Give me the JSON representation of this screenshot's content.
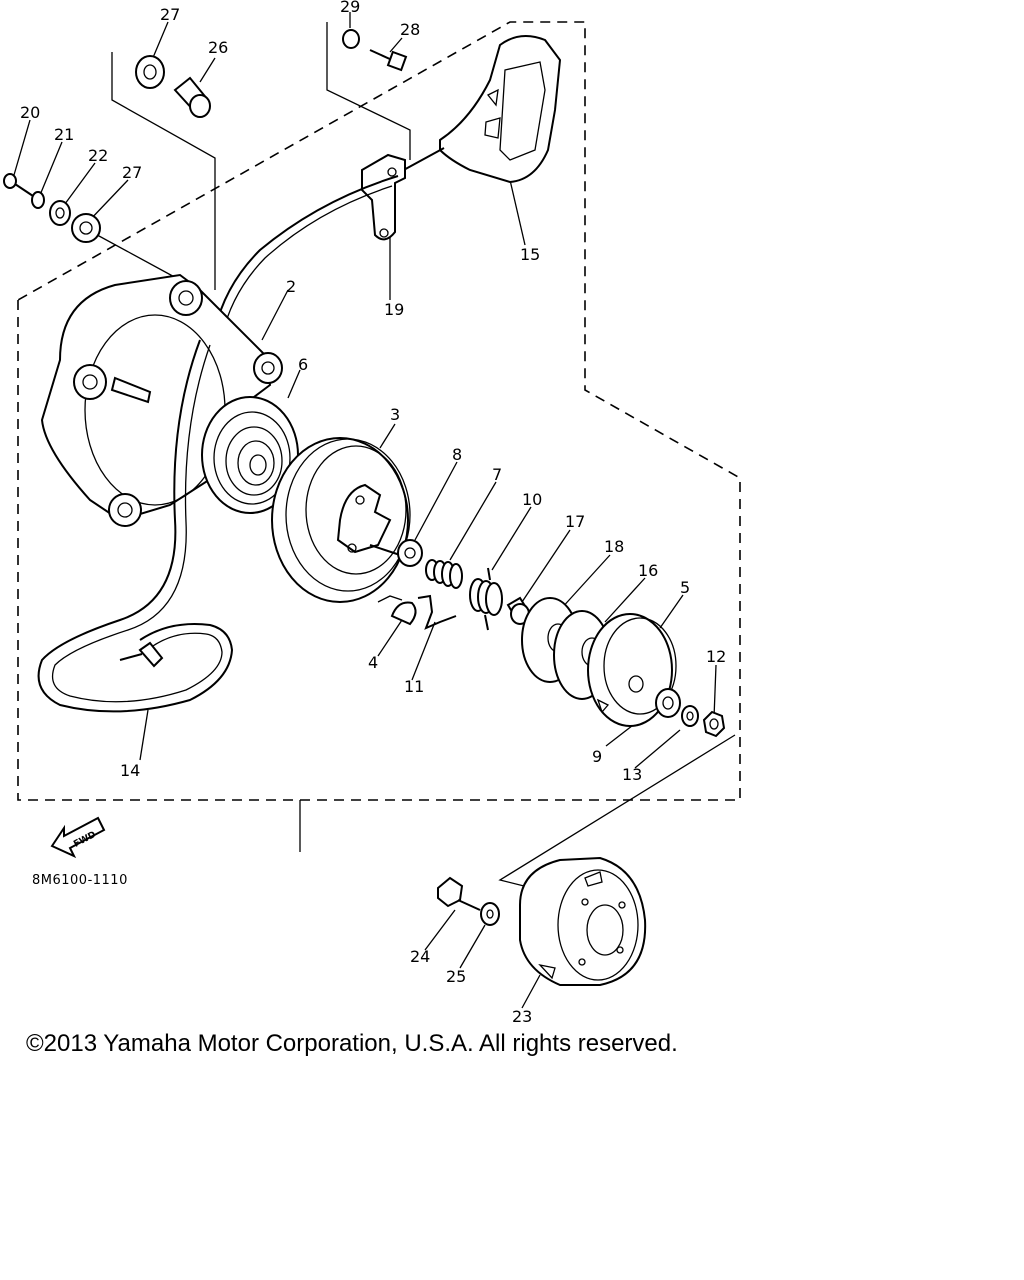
{
  "diagram_code": "8M6100-1110",
  "fwd_label": "FWD",
  "copyright": "©2013 Yamaha Motor Corporation, U.S.A. All rights reserved.",
  "callouts": {
    "c27a": "27",
    "c26": "26",
    "c29": "29",
    "c28": "28",
    "c20": "20",
    "c21": "21",
    "c22": "22",
    "c27b": "27",
    "c15": "15",
    "c19": "19",
    "c2": "2",
    "c6": "6",
    "c3": "3",
    "c8": "8",
    "c7": "7",
    "c10": "10",
    "c17": "17",
    "c18": "18",
    "c16": "16",
    "c5": "5",
    "c12": "12",
    "c4": "4",
    "c11": "11",
    "c9": "9",
    "c13": "13",
    "c14": "14",
    "c24": "24",
    "c25": "25",
    "c23": "23"
  }
}
